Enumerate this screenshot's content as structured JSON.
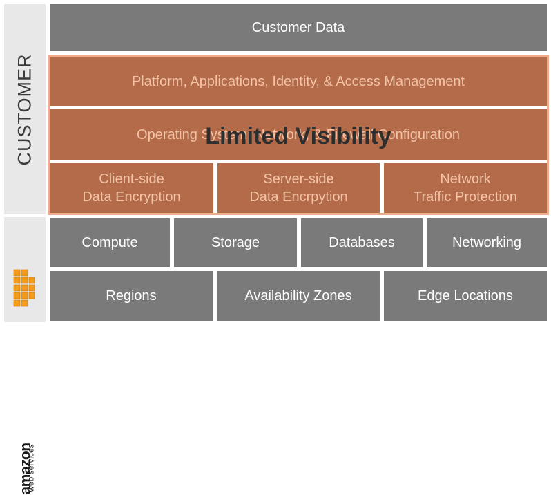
{
  "sidebar": {
    "customer_label": "CUSTOMER",
    "aws_logo_text": "amazon",
    "aws_logo_subtext": "web services"
  },
  "customer": {
    "customer_data": "Customer Data",
    "platform": "Platform, Applications, Identity, & Access Management",
    "os": "Operating System, Network, & Firewall Configuration",
    "overlay": "Limited Visibility",
    "encryption": [
      {
        "line1": "Client-side",
        "line2": "Data Encryption"
      },
      {
        "line1": "Server-side",
        "line2": "Data Encrpytion"
      },
      {
        "line1": "Network",
        "line2": "Traffic Protection"
      }
    ]
  },
  "aws": {
    "services": [
      "Compute",
      "Storage",
      "Databases",
      "Networking"
    ],
    "infrastructure": [
      "Regions",
      "Availability Zones",
      "Edge Locations"
    ]
  },
  "colors": {
    "gray_box": "#7a7a7a",
    "orange_box": "#b36b4a",
    "orange_text": "#f3c3a6",
    "highlight_border": "#f2a98a",
    "aws_orange": "#f29b1d"
  }
}
